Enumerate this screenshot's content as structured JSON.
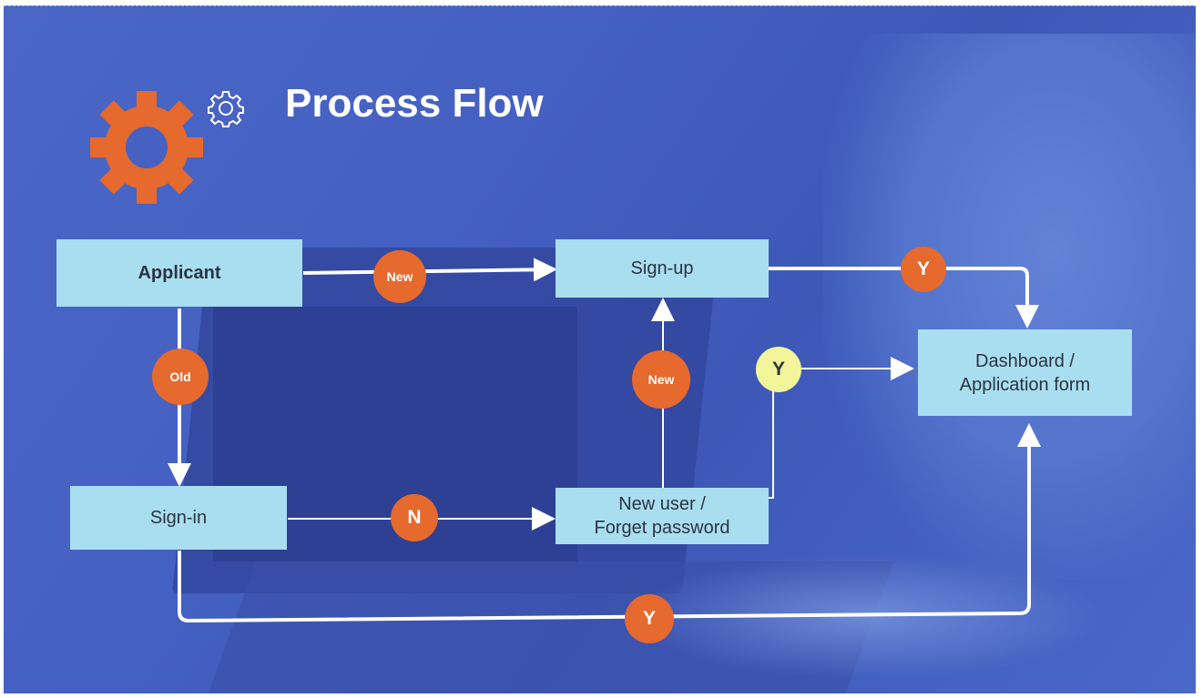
{
  "title": "Process Flow",
  "icons": {
    "large_gear": "gear-icon",
    "small_gear": "gear-outline-icon"
  },
  "colors": {
    "background": "#4460c2",
    "box_fill": "#a9def0",
    "decision_circle": "#e6692e",
    "highlight_circle": "#f2f59a",
    "connector": "#ffffff"
  },
  "nodes": {
    "applicant": "Applicant",
    "sign_up": "Sign-up",
    "sign_in": "Sign-in",
    "new_user": [
      "New user /",
      "Forget password"
    ],
    "dashboard": [
      "Dashboard /",
      "Application form"
    ]
  },
  "labels": {
    "applicant_to_signup": "New",
    "applicant_to_signin": "Old",
    "signin_to_newuser": "N",
    "newuser_to_signup": "New",
    "newuser_to_dashboard": "Y",
    "signup_to_dashboard": "Y",
    "signin_to_dashboard": "Y"
  }
}
